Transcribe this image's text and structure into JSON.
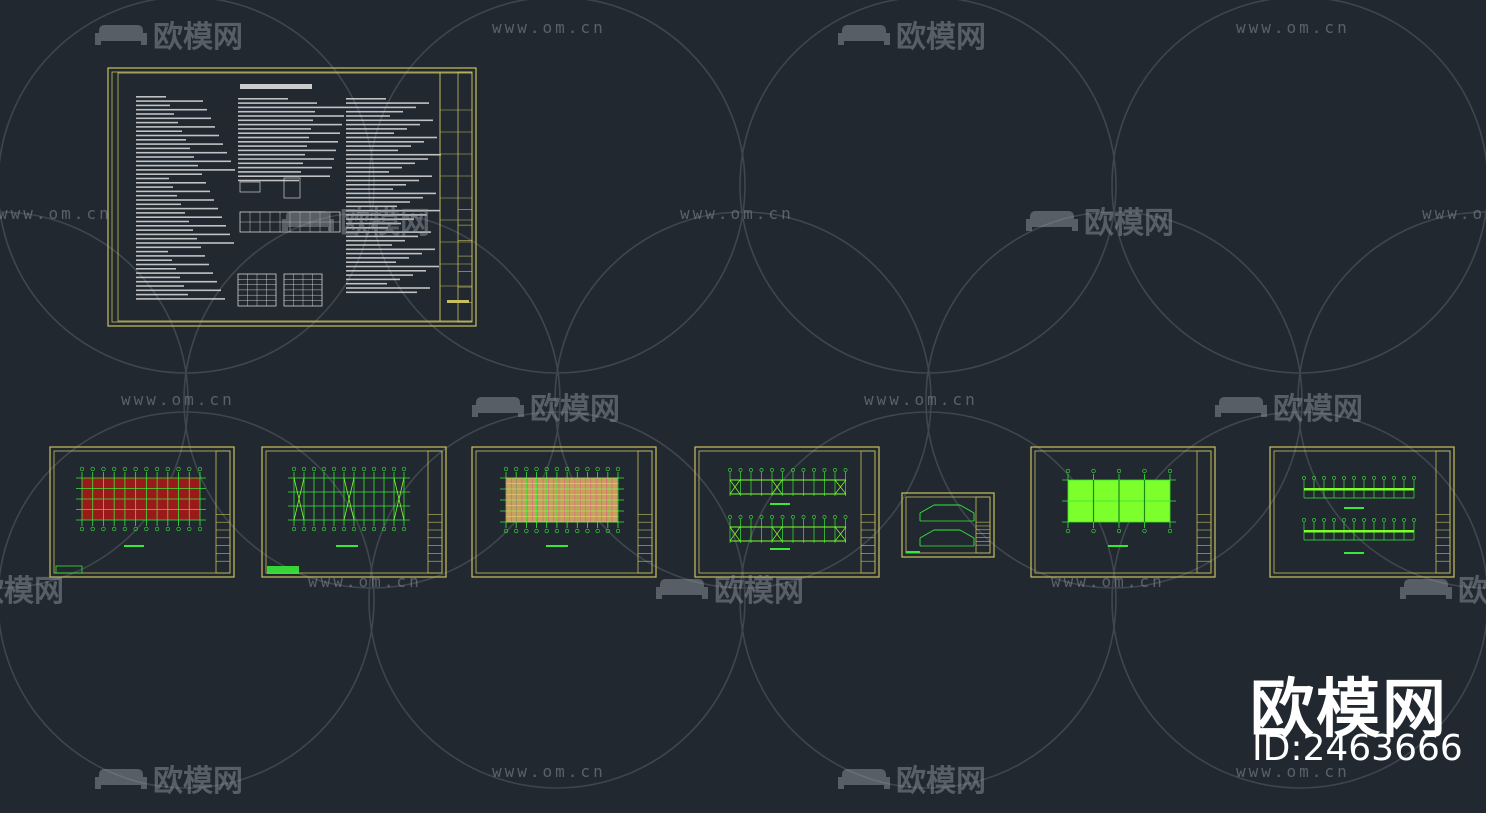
{
  "canvas": {
    "background": "#212830",
    "frame_color": "#c8c060",
    "cad_green": "#38e838",
    "cad_bright_green": "#7cff2a",
    "cad_red": "#9a1a1a",
    "cad_white": "#e8e8e8"
  },
  "watermarks": {
    "url": "www.om.cn",
    "logo": "欧模网"
  },
  "brand": {
    "name": "欧模网",
    "id_label": "ID:2463666"
  },
  "sheets": [
    {
      "name": "design-notes-sheet",
      "kind": "text"
    },
    {
      "name": "foundation-plan-sheet",
      "kind": "red-grid"
    },
    {
      "name": "bracing-plan-sheet",
      "kind": "cross-grid"
    },
    {
      "name": "roof-purlin-plan-sheet",
      "kind": "dense-grid"
    },
    {
      "name": "elevations-sheet",
      "kind": "two-elevations"
    },
    {
      "name": "section-sheet",
      "kind": "small-sections"
    },
    {
      "name": "roof-panel-plan-sheet",
      "kind": "green-fill"
    },
    {
      "name": "wall-elevations-sheet",
      "kind": "two-walls"
    }
  ]
}
